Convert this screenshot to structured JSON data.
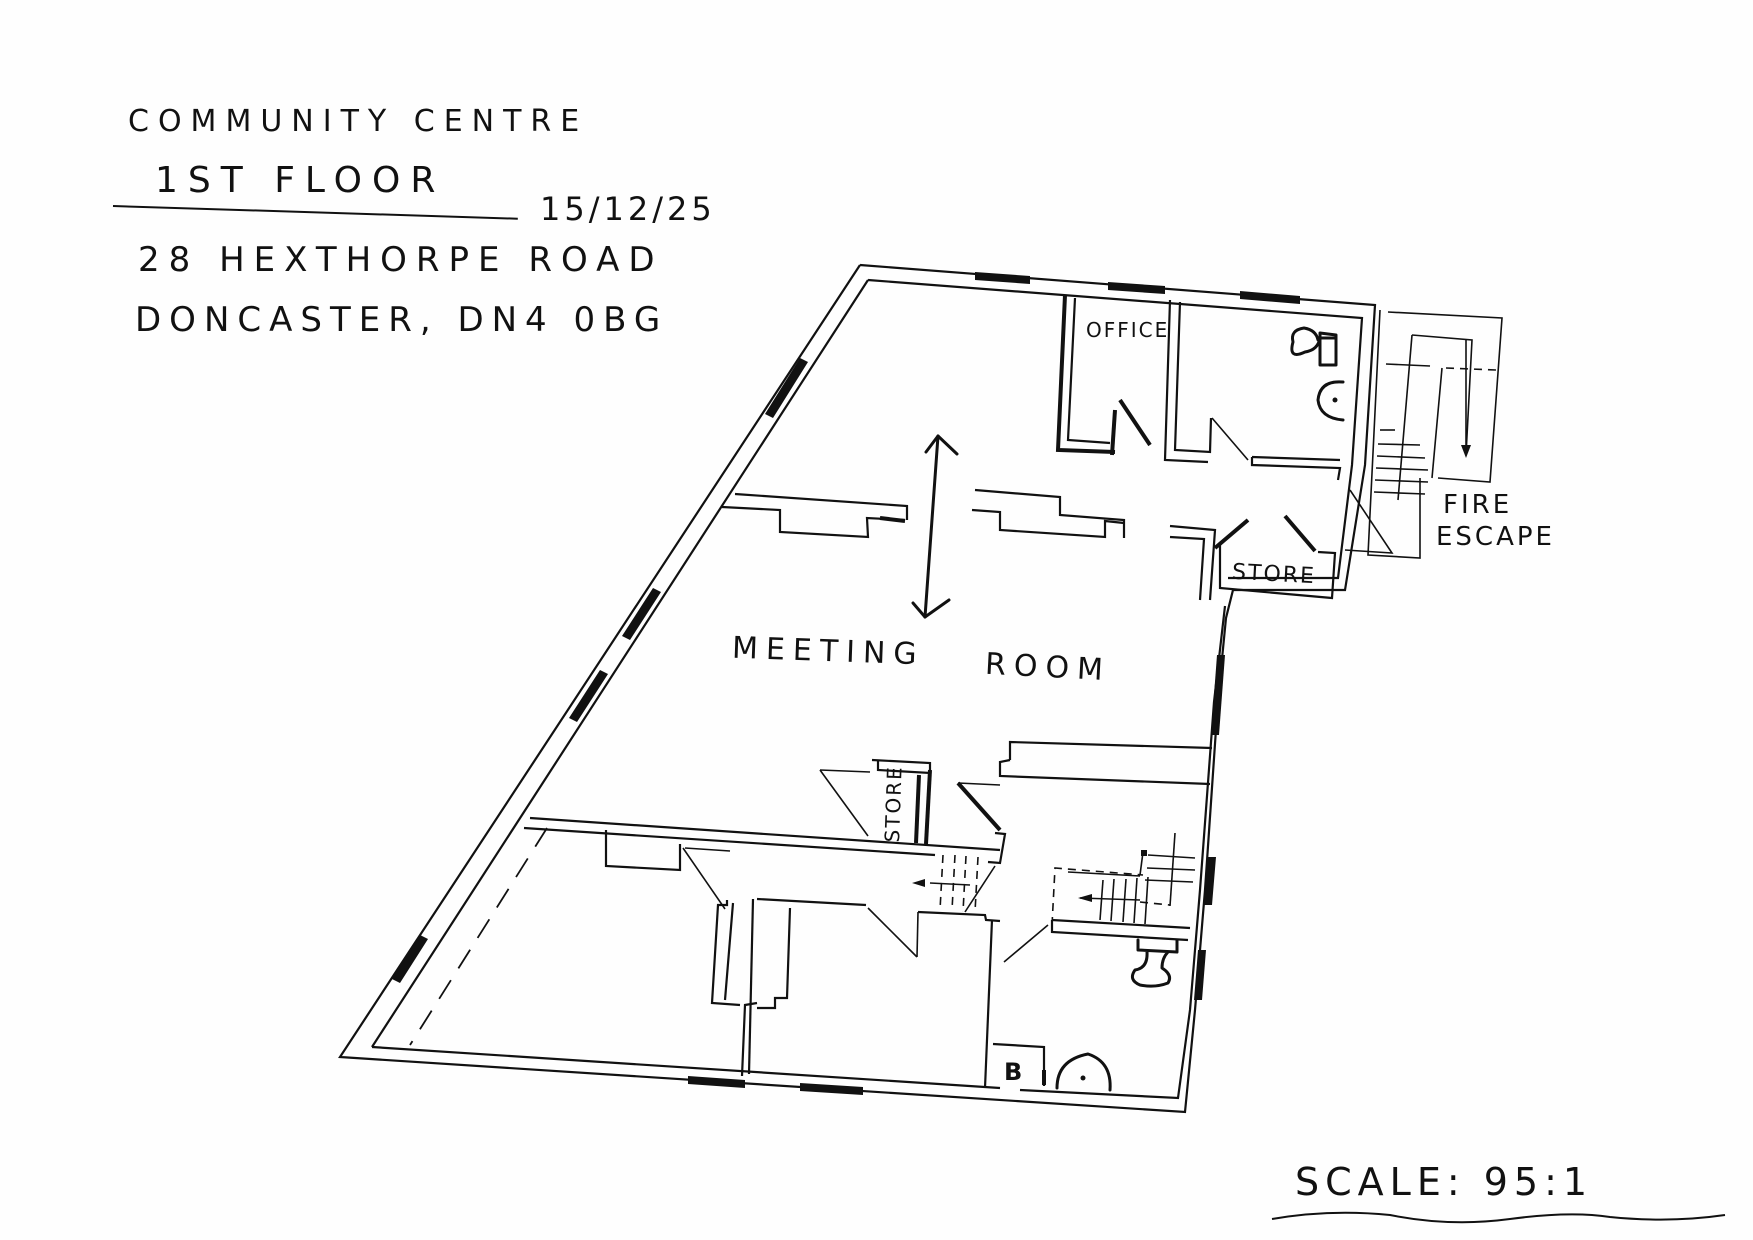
{
  "header": {
    "title": "COMMUNITY CENTRE",
    "floor": "1ST FLOOR",
    "date": "15/12/25",
    "address_line1": "28 HEXTHORPE ROAD",
    "address_line2": "DONCASTER, DN4 0BG"
  },
  "rooms": {
    "office": "OFFICE",
    "meeting_room_word1": "MEETING",
    "meeting_room_word2": "ROOM",
    "store_upper": "STORE",
    "store_lower": "STORE",
    "fire_escape_line1": "FIRE",
    "fire_escape_line2": "ESCAPE",
    "boiler": "B"
  },
  "footer": {
    "scale": "SCALE: 95:1"
  },
  "symbols": [
    "double-arrow-icon",
    "toilet-icon",
    "washbasin-icon",
    "staircase-icon",
    "window-icon",
    "door-swing-icon"
  ],
  "colors": {
    "ink": "#111111",
    "paper": "#fefefe"
  }
}
